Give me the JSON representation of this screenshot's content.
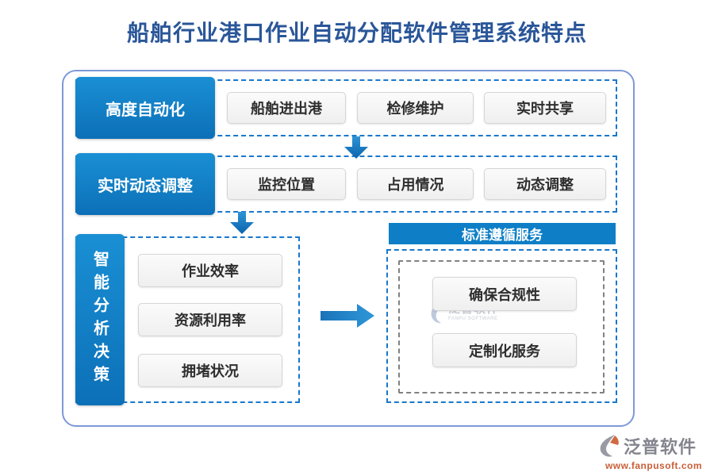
{
  "title": "船舶行业港口作业自动分配软件管理系统特点",
  "rows": [
    {
      "label": "高度自动化",
      "items": [
        "船舶进出港",
        "检修维护",
        "实时共享"
      ]
    },
    {
      "label": "实时动态调整",
      "items": [
        "监控位置",
        "占用情况",
        "动态调整"
      ]
    }
  ],
  "analysis": {
    "label": "智能分析决策",
    "items": [
      "作业效率",
      "资源利用率",
      "拥堵状况"
    ]
  },
  "service": {
    "header": "标准遵循服务",
    "items": [
      "确保合规性",
      "定制化服务"
    ]
  },
  "watermark": {
    "name": "泛普软件",
    "subtitle": "FANPU SOFTWARE"
  },
  "footer_logo": {
    "name": "泛普软件",
    "url": "www.fanpusoft.com"
  },
  "colors": {
    "accent_blue": "#0e7fc6",
    "dashed_blue": "#1878cc",
    "title_blue": "#2a5699",
    "outer_border": "#7d99d6",
    "brand_orange": "#c95f38",
    "brand_gray": "#84848e"
  }
}
